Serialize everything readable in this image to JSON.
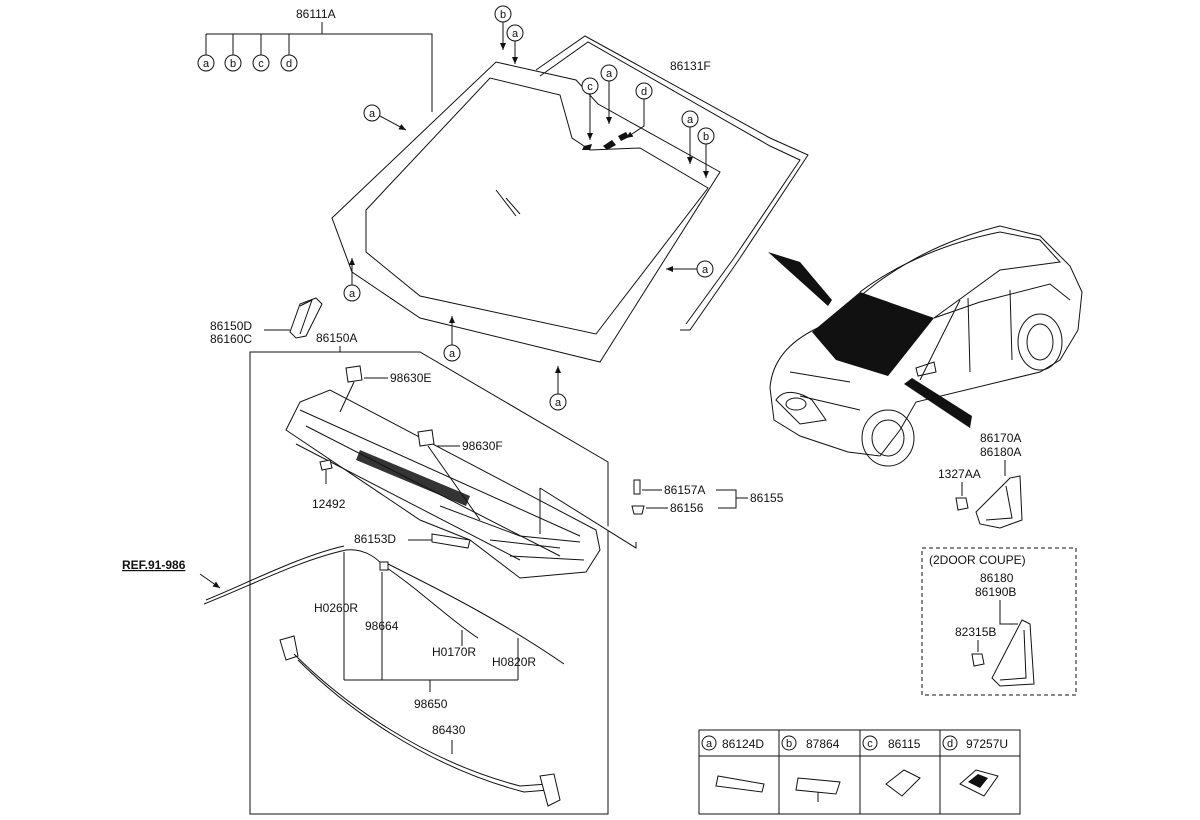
{
  "parts": {
    "windshield_glass": "86111A",
    "molding_top": "86131F",
    "cowl_cover_assy": "86150A",
    "cover_lh": "86150D",
    "cover_rh": "86160C",
    "nozzle_lh": "98630E",
    "nozzle_rh": "98630F",
    "screw": "12492",
    "seal": "86153D",
    "clip_a": "86157A",
    "clip_b": "86156",
    "clip_group": "86155",
    "hose_a": "H0260R",
    "hose_connector": "98664",
    "hose_b": "H0170R",
    "hose_c": "H0820R",
    "hose_assy": "98650",
    "weatherstrip": "86430",
    "ref": "REF.91-986",
    "garnish_lh": "86170A",
    "garnish_rh": "86180A",
    "bolt": "1327AA",
    "coupe_title": "(2DOOR COUPE)",
    "coupe_part_a": "86180",
    "coupe_part_b": "86190B",
    "coupe_part_c": "82315B"
  },
  "callouts": {
    "a": "a",
    "b": "b",
    "c": "c",
    "d": "d"
  },
  "legend": [
    {
      "letter": "a",
      "part": "86124D"
    },
    {
      "letter": "b",
      "part": "87864"
    },
    {
      "letter": "c",
      "part": "86115"
    },
    {
      "letter": "d",
      "part": "97257U"
    }
  ]
}
